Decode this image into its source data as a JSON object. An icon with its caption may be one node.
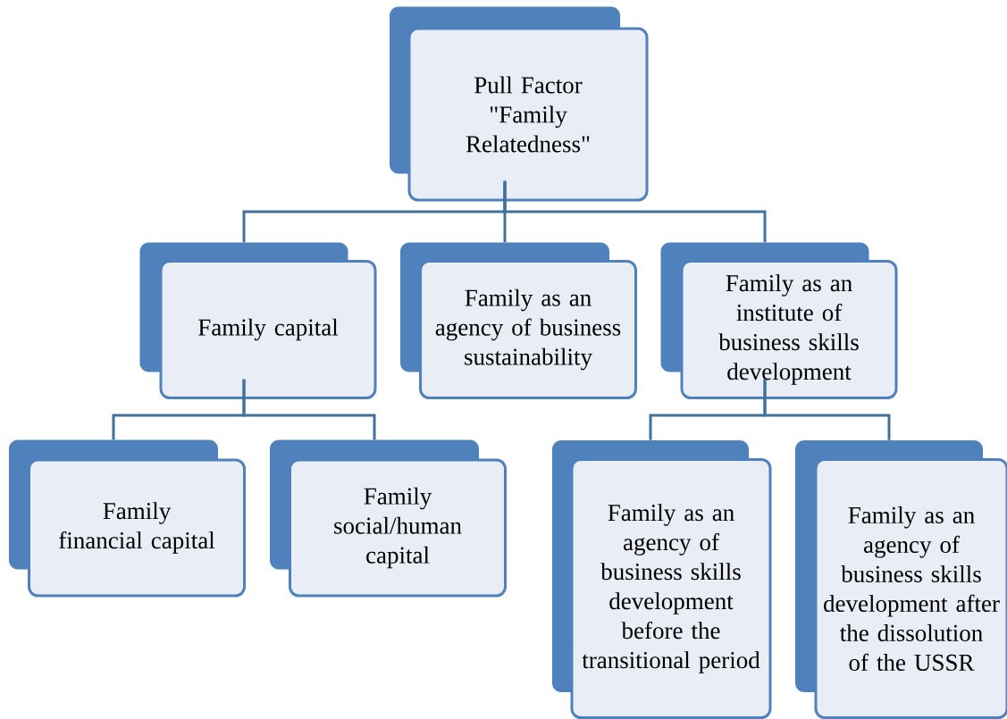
{
  "diagram": {
    "nodes": [
      {
        "text": [
          "Pull Factor \"Family Relatedness\""
        ]
      },
      {
        "text": [
          "Family capital"
        ]
      },
      {
        "text": [
          "Family as an agency of business sustainability"
        ]
      },
      {
        "text": [
          "Family as an institute of business skills development"
        ]
      },
      {
        "text": [
          "Family financial capital"
        ]
      },
      {
        "text": [
          "Family social/human capital"
        ]
      },
      {
        "text": [
          "Family as an agency of business skills development before the transitional period"
        ]
      },
      {
        "text": [
          "Family as an agency of business skills development after the dissolution of the USSR"
        ]
      }
    ],
    "edges": [
      {
        "from": 0,
        "to": 1,
        "arrow": "none"
      },
      {
        "from": 0,
        "to": 2,
        "arrow": "none"
      },
      {
        "from": 0,
        "to": 3,
        "arrow": "none"
      },
      {
        "from": 1,
        "to": 4,
        "arrow": "none"
      },
      {
        "from": 1,
        "to": 5,
        "arrow": "none"
      },
      {
        "from": 3,
        "to": 6,
        "arrow": "none"
      },
      {
        "from": 3,
        "to": 7,
        "arrow": "none"
      }
    ]
  }
}
